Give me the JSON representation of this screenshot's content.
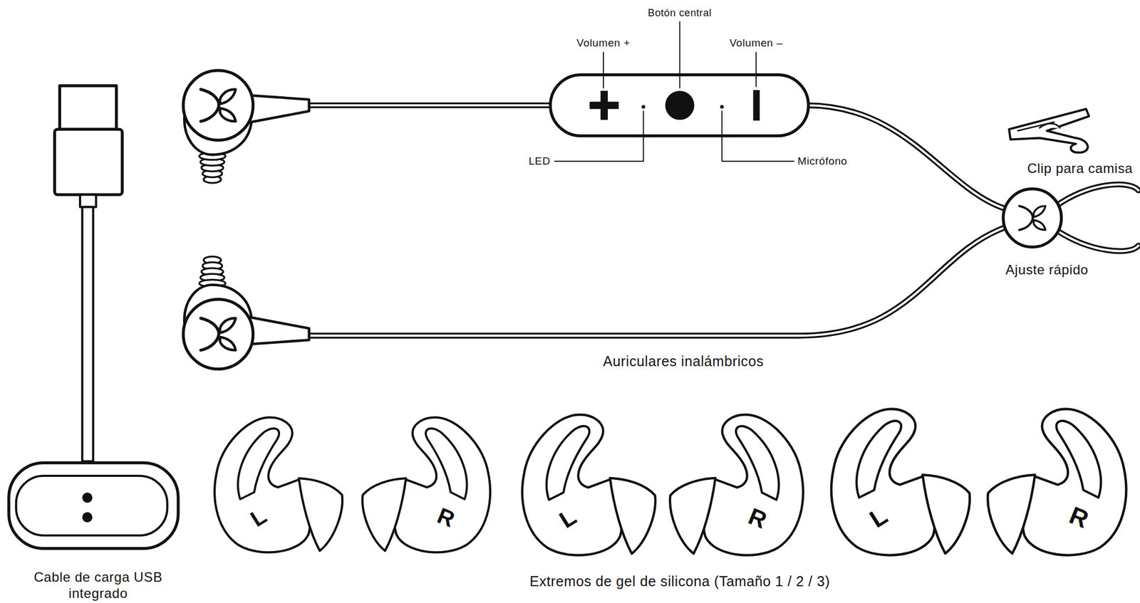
{
  "diagram": {
    "labels": [
      "Botón central",
      "Volumen +",
      "Volumen –",
      "LED",
      "Micrófono",
      "Clip para camisa",
      "Ajuste rápido",
      "Auriculares inalámbricos",
      "Cable de carga USB integrado",
      "Extremos de gel de silicona (Tamaño 1 / 2 / 3)",
      "L",
      "R",
      "L",
      "R",
      "L",
      "R"
    ]
  }
}
